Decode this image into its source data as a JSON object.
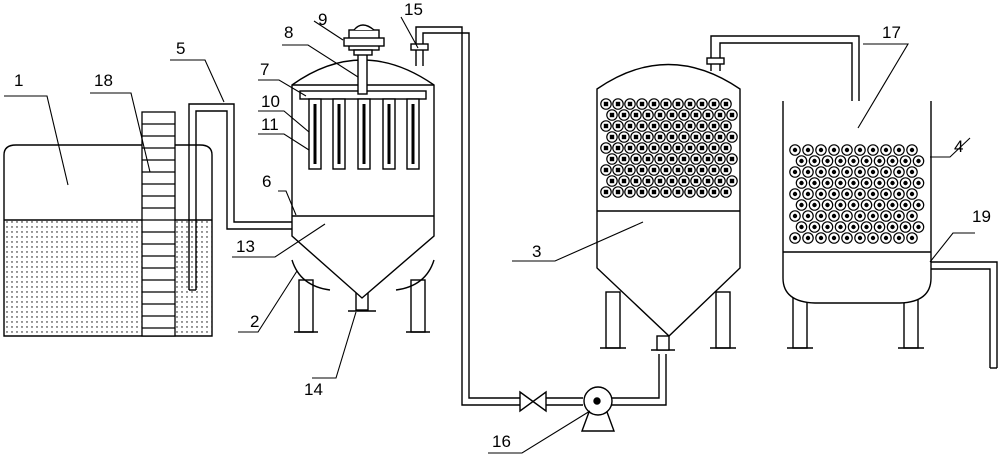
{
  "labels": {
    "l1": "1",
    "l2": "2",
    "l3": "3",
    "l4": "4",
    "l5": "5",
    "l6": "6",
    "l7": "7",
    "l8": "8",
    "l9": "9",
    "l10": "10",
    "l11": "11",
    "l13": "13",
    "l14": "14",
    "l15": "15",
    "l16": "16",
    "l17": "17",
    "l18": "18",
    "l19": "19"
  }
}
